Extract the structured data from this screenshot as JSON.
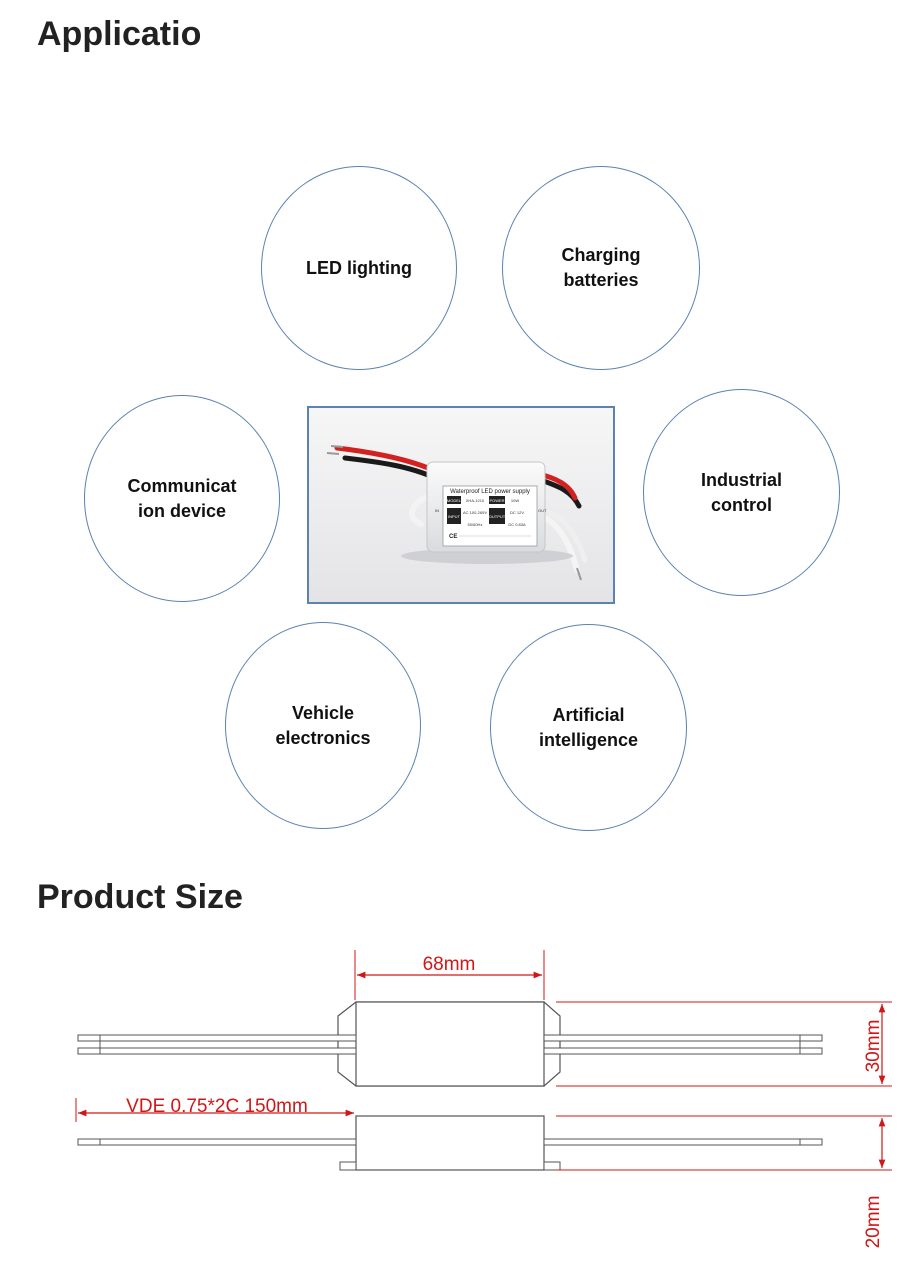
{
  "section_applications": {
    "heading": "Applicatio",
    "items": [
      {
        "label": "LED lighting"
      },
      {
        "label": "Charging batteries"
      },
      {
        "label": "Communicat ion device"
      },
      {
        "label": "Industrial control"
      },
      {
        "label": "Vehicle electronics"
      },
      {
        "label": "Artificial intelligence"
      }
    ],
    "product_photo": {
      "label_title": "Waterproof LED power supply",
      "label_model": "MODEL",
      "label_power": "POWER",
      "label_model_value": "XHA-1210",
      "label_power_value": "10W",
      "label_input": "INPUT",
      "label_output": "OUTPUT",
      "label_input_value": "AC 100-265V",
      "label_output_value": "DC 12V",
      "label_freq": "50/60Hz",
      "label_current": "DC 0.83A",
      "label_in": "IN",
      "label_out": "OUT",
      "label_ce": "CE"
    }
  },
  "section_size": {
    "heading": "Product Size",
    "dim_length": "68mm",
    "dim_cable": "VDE 0.75*2C 150mm",
    "dim_width": "30mm",
    "dim_height": "20mm"
  },
  "colors": {
    "circle_border": "#5b82b3",
    "dimension_red": "#d01717",
    "drawing_stroke": "#555555"
  }
}
